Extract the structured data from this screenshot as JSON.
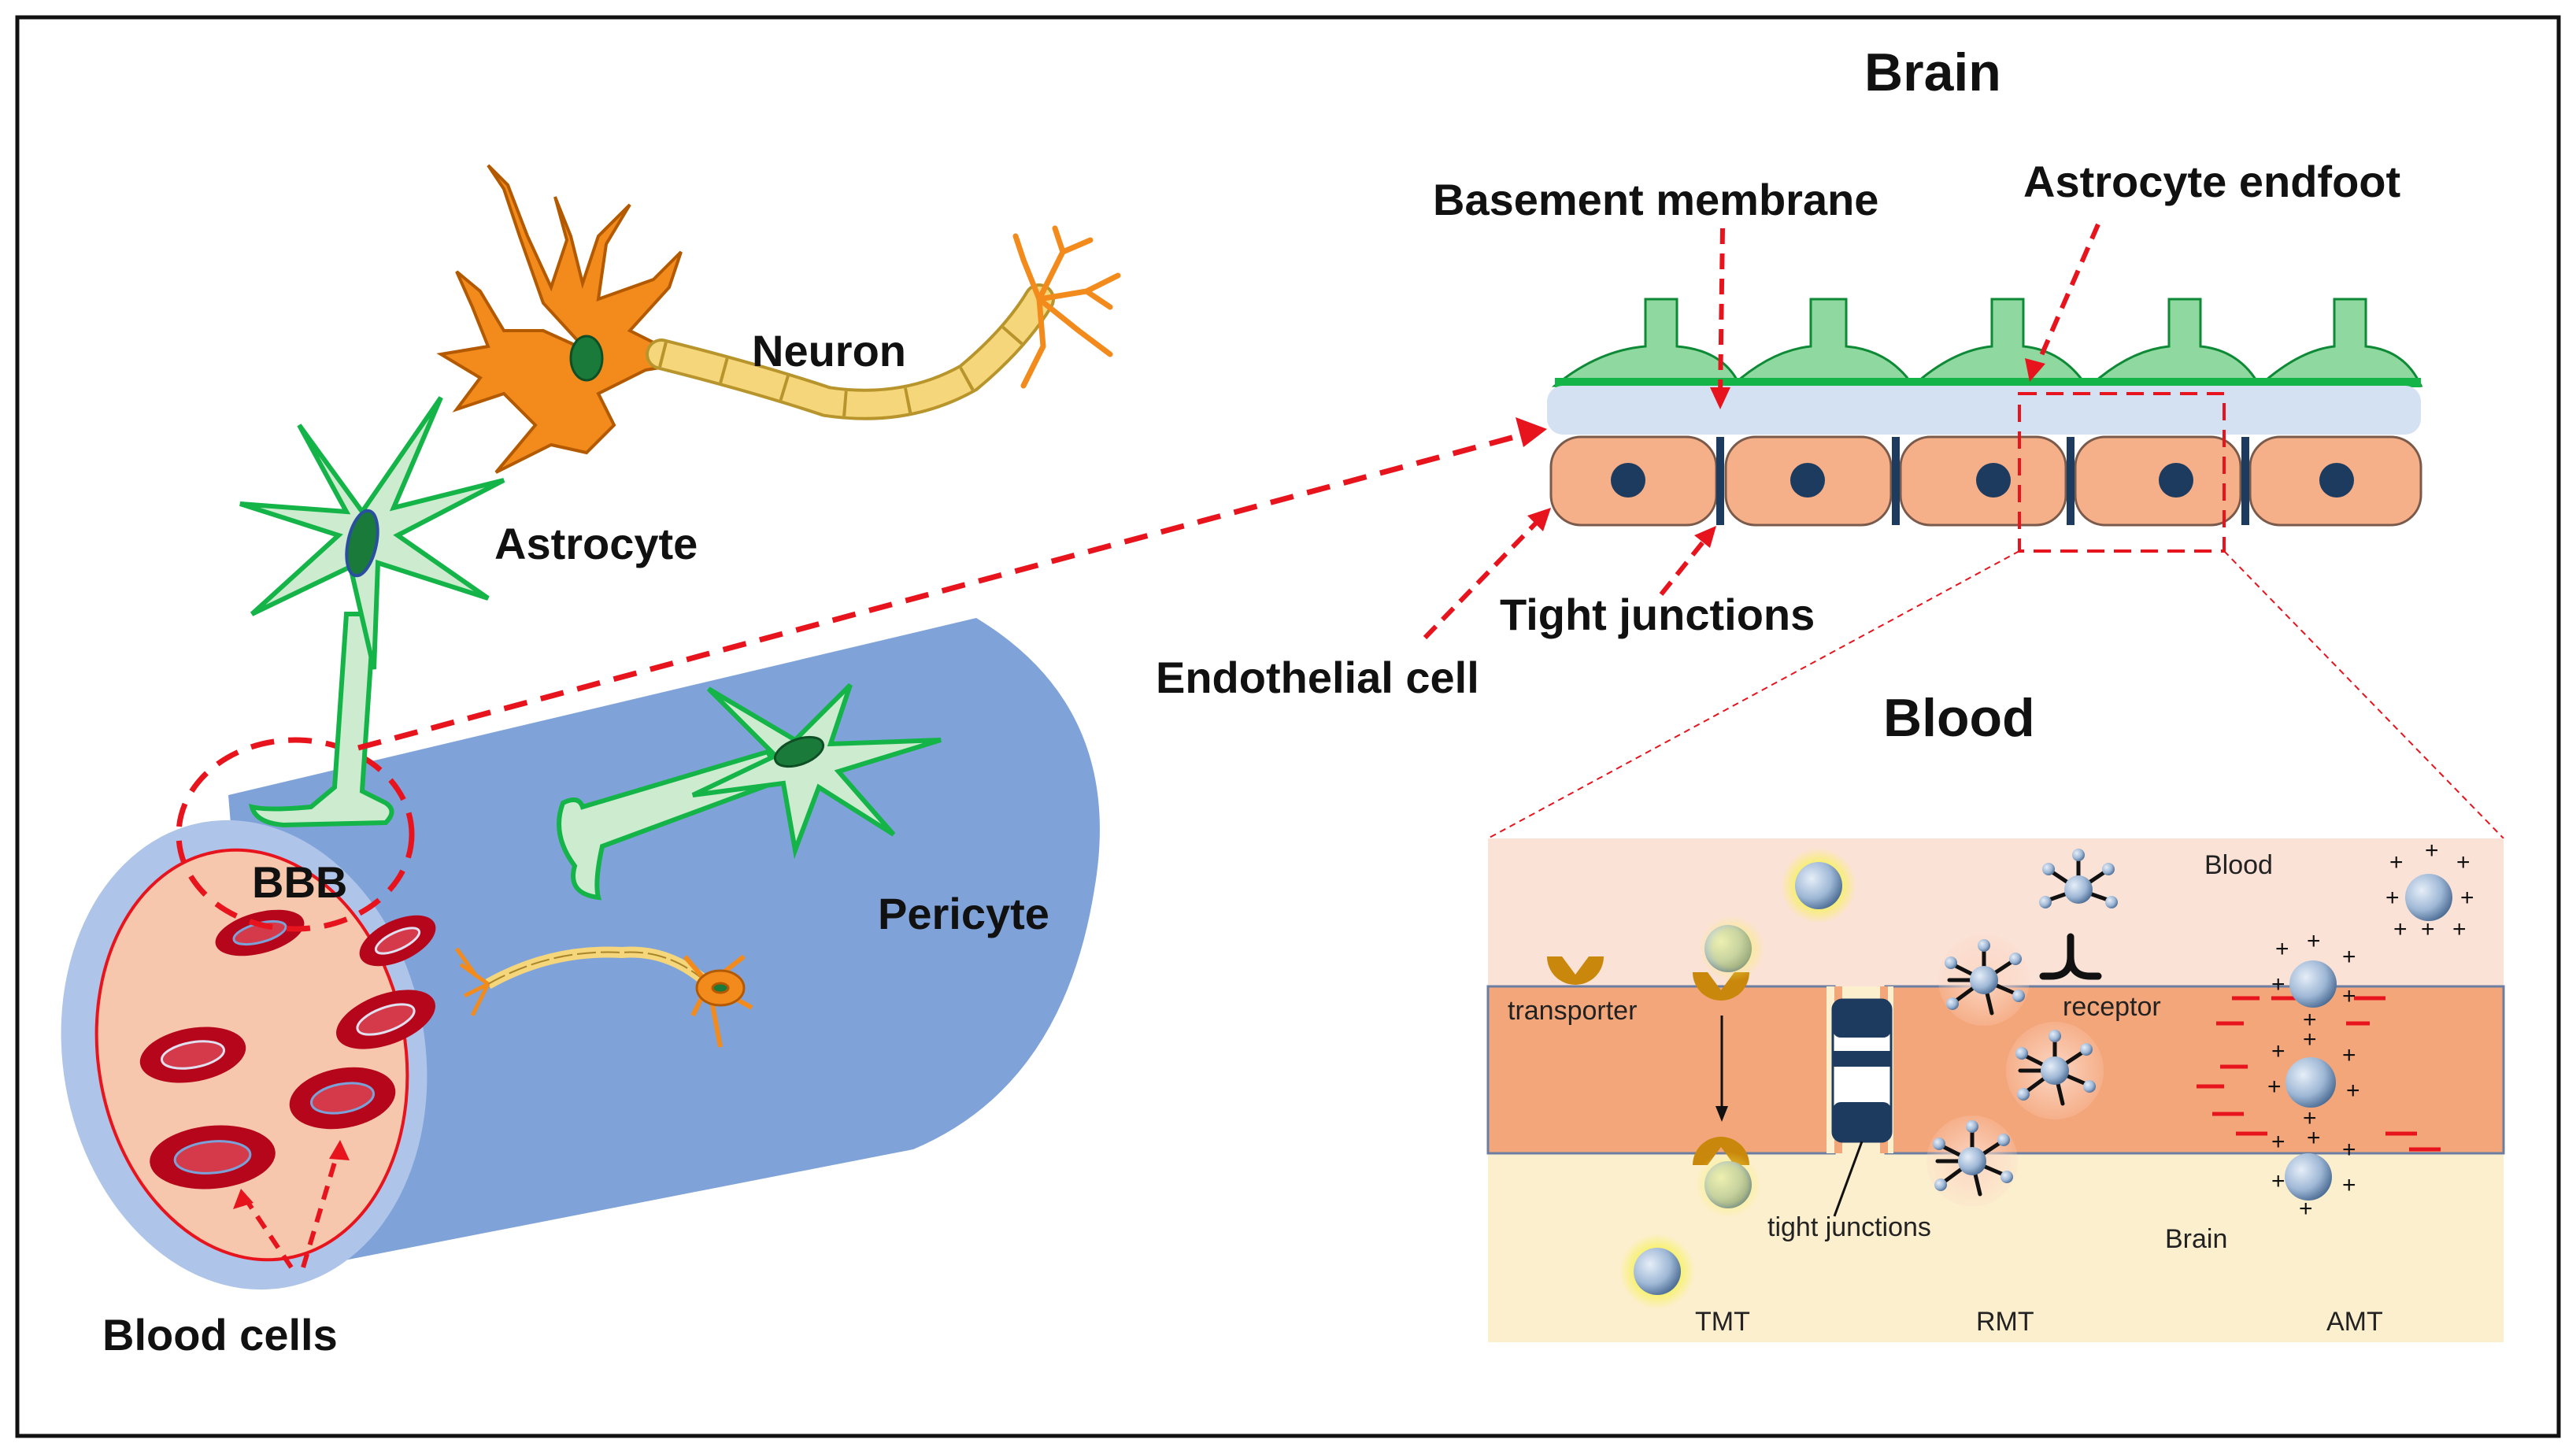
{
  "labels": {
    "brain": "Brain",
    "blood": "Blood",
    "basement_membrane": "Basement membrane",
    "astrocyte_endfoot": "Astrocyte endfoot",
    "tight_junctions": "Tight junctions",
    "endothelial_cell": "Endothelial cell",
    "neuron": "Neuron",
    "astrocyte": "Astrocyte",
    "pericyte": "Pericyte",
    "bbb": "BBB",
    "blood_cells": "Blood cells"
  },
  "inset": {
    "blood": "Blood",
    "brain": "Brain",
    "transporter": "transporter",
    "receptor": "receptor",
    "tight_junctions": "tight junctions",
    "tmt": "TMT",
    "rmt": "RMT",
    "amt": "AMT"
  },
  "colors": {
    "frame": "#111111",
    "vessel": "#7fa3d9",
    "vessel_light": "#aec4e8",
    "lumen": "#f7c7ad",
    "blood_cell": "#b5061c",
    "neuron": "#f28b1c",
    "axon": "#f6d67a",
    "astrocyte": "#14b449",
    "astrocyte_fill": "#cdeccf",
    "basement": "#d4e1f2",
    "endothelial": "#f6b089",
    "nucleus": "#1d3a5f",
    "arrow": "#e8141d",
    "inset_blood": "#fbe2d6",
    "inset_membrane": "#f4a67b",
    "inset_brain": "#fcefce",
    "particle": "#9fb8d6",
    "transporter": "#c9870b"
  }
}
